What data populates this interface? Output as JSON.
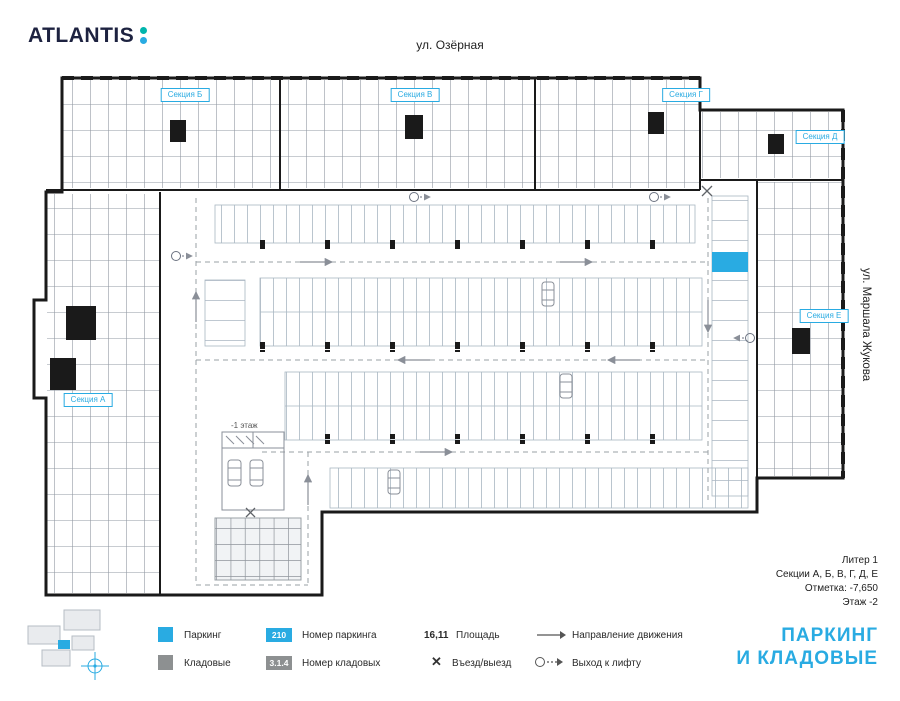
{
  "logo": {
    "text": "ATLANTIS"
  },
  "streets": {
    "top": "ул. Озёрная",
    "right": "ул. Маршала Жукова"
  },
  "sections": {
    "a": "Секция А",
    "b": "Секция Б",
    "v": "Секция В",
    "g": "Секция Г",
    "d": "Секция Д",
    "e": "Секция Е"
  },
  "plan": {
    "ramp_floor_label": "-1 этаж"
  },
  "title_block": {
    "liter": "Литер 1",
    "sections": "Секции А, Б, В, Г, Д, Е",
    "mark": "Отметка:  -7,650",
    "floor": "Этаж  -2"
  },
  "heading": {
    "line1": "ПАРКИНГ",
    "line2": "И КЛАДОВЫЕ"
  },
  "legend": {
    "parking_label": "Паркинг",
    "storage_label": "Кладовые",
    "parking_number_value": "210",
    "parking_number_label": "Номер паркинга",
    "storage_number_value": "3.1.4",
    "storage_number_label": "Номер кладовых",
    "area_value": "16,11",
    "area_label": "Площадь",
    "entry_symbol": "✕",
    "entry_label": "Въезд/выезд",
    "direction_label": "Направление движения",
    "lift_label": "Выход к лифту"
  },
  "colors": {
    "accent": "#29abe2",
    "gray": "#8d9091",
    "wall": "#1a1a1a"
  }
}
